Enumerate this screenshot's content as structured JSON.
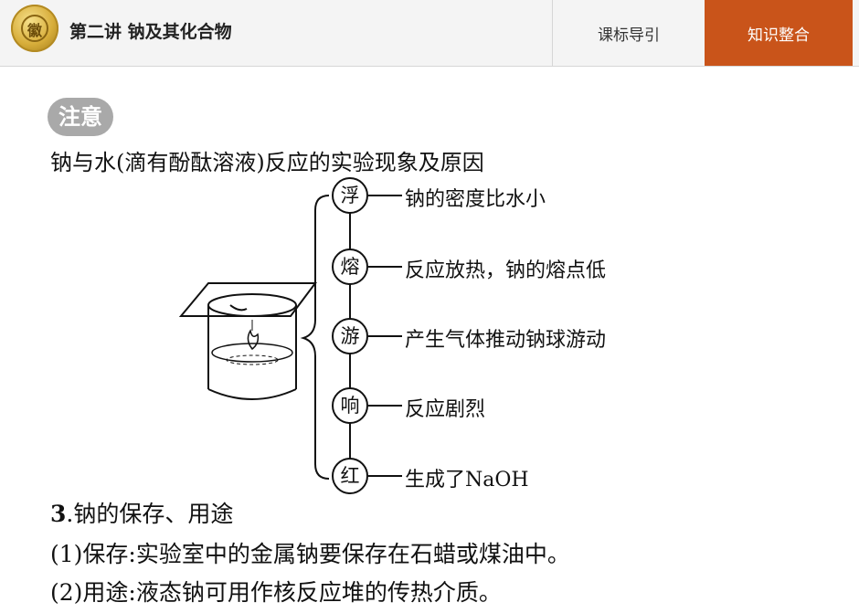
{
  "header": {
    "logo_glyph": "徽",
    "lesson_title": "第二讲  钠及其化合物",
    "tabs": [
      {
        "label": "课标导引",
        "active": false
      },
      {
        "label": "知识整合",
        "active": true
      }
    ],
    "active_color": "#c9541a"
  },
  "note": {
    "badge": "注意",
    "intro": "钠与水(滴有酚酞溶液)反应的实验现象及原因"
  },
  "diagram": {
    "items": [
      {
        "phenomenon": "浮",
        "explanation": "钠的密度比水小"
      },
      {
        "phenomenon": "熔",
        "explanation": "反应放热，钠的熔点低"
      },
      {
        "phenomenon": "游",
        "explanation": "产生气体推动钠球游动"
      },
      {
        "phenomenon": "响",
        "explanation": "反应剧烈"
      },
      {
        "phenomenon": "红",
        "explanation": "生成了NaOH"
      }
    ]
  },
  "section": {
    "number": "3",
    "title": ".钠的保存、用途",
    "lines": [
      "(1)保存:实验室中的金属钠要保存在石蜡或煤油中。",
      "(2)用途:液态钠可用作核反应堆的传热介质。"
    ]
  }
}
